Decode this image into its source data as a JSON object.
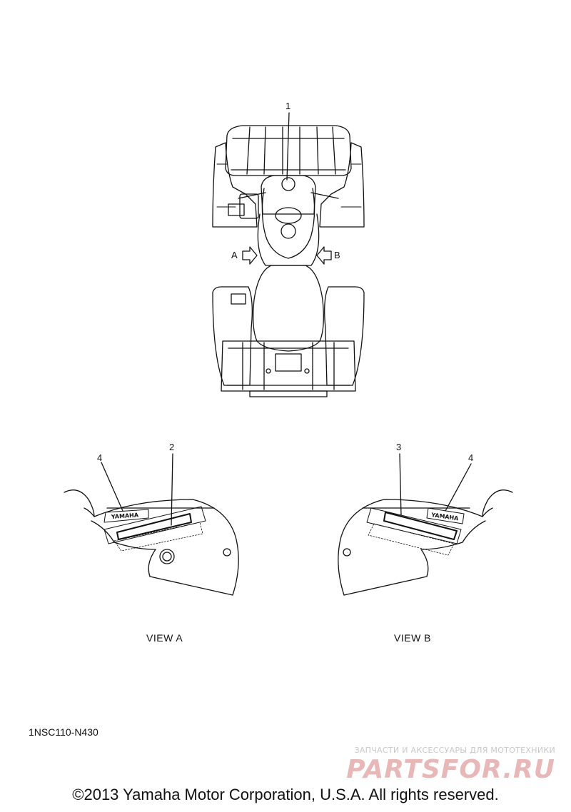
{
  "callouts": {
    "one": "1",
    "two": "2",
    "three": "3",
    "four_left": "4",
    "four_right": "4"
  },
  "view_arrows": {
    "a": "A",
    "b": "B"
  },
  "views": {
    "a": "VIEW A",
    "b": "VIEW B"
  },
  "part_code": "1NSC110-N430",
  "watermark": {
    "tagline": "ЗАПЧАСТИ И АКСЕССУАРЫ ДЛЯ МОТОТЕХНИКИ",
    "brand": "PARTSFOR.RU"
  },
  "copyright": "©2013 Yamaha Motor Corporation, U.S.A. All rights reserved."
}
